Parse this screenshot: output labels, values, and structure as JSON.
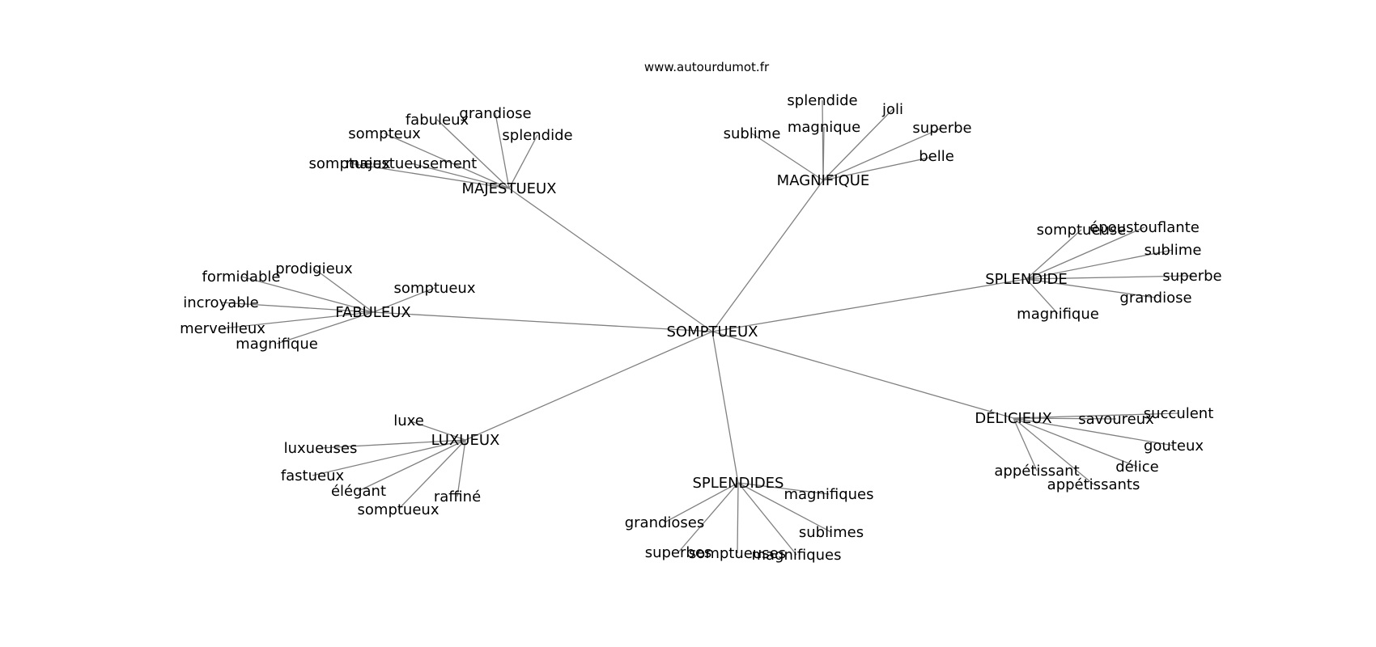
{
  "site": "www.autourdumot.fr",
  "center": {
    "id": "center",
    "label": "SOMPTUEUX"
  },
  "hubs": [
    {
      "id": "majestueux",
      "label": "MAJESTUEUX",
      "leaves": [
        {
          "id": "m1",
          "label": "fabuleux"
        },
        {
          "id": "m2",
          "label": "grandiose"
        },
        {
          "id": "m3",
          "label": "sompteux"
        },
        {
          "id": "m4",
          "label": "splendide"
        },
        {
          "id": "m5",
          "label": "somptueux"
        },
        {
          "id": "m6",
          "label": "majestueusement"
        }
      ]
    },
    {
      "id": "magnifique",
      "label": "MAGNIFIQUE",
      "leaves": [
        {
          "id": "g1",
          "label": "splendide"
        },
        {
          "id": "g2",
          "label": "joli"
        },
        {
          "id": "g3",
          "label": "sublime"
        },
        {
          "id": "g4",
          "label": "magnique"
        },
        {
          "id": "g5",
          "label": "superbe"
        },
        {
          "id": "g6",
          "label": "belle"
        }
      ]
    },
    {
      "id": "splendide",
      "label": "SPLENDIDE",
      "leaves": [
        {
          "id": "s1",
          "label": "époustouflante"
        },
        {
          "id": "s2",
          "label": "somptueuse"
        },
        {
          "id": "s3",
          "label": "sublime"
        },
        {
          "id": "s4",
          "label": "superbe"
        },
        {
          "id": "s5",
          "label": "grandiose"
        },
        {
          "id": "s6",
          "label": "magnifique"
        }
      ]
    },
    {
      "id": "fabuleux",
      "label": "FABULEUX",
      "leaves": [
        {
          "id": "f1",
          "label": "prodigieux"
        },
        {
          "id": "f2",
          "label": "formidable"
        },
        {
          "id": "f3",
          "label": "somptueux"
        },
        {
          "id": "f4",
          "label": "incroyable"
        },
        {
          "id": "f5",
          "label": "merveilleux"
        },
        {
          "id": "f6",
          "label": "magnifique"
        }
      ]
    },
    {
      "id": "delicieux",
      "label": "DÉLICIEUX",
      "leaves": [
        {
          "id": "d1",
          "label": "succulent"
        },
        {
          "id": "d2",
          "label": "savoureux"
        },
        {
          "id": "d3",
          "label": "gouteux"
        },
        {
          "id": "d4",
          "label": "délice"
        },
        {
          "id": "d5",
          "label": "appétissant"
        },
        {
          "id": "d6",
          "label": "appétissants"
        }
      ]
    },
    {
      "id": "luxueux",
      "label": "LUXUEUX",
      "leaves": [
        {
          "id": "l1",
          "label": "luxe"
        },
        {
          "id": "l2",
          "label": "luxueuses"
        },
        {
          "id": "l3",
          "label": "fastueux"
        },
        {
          "id": "l4",
          "label": "élégant"
        },
        {
          "id": "l5",
          "label": "raffiné"
        },
        {
          "id": "l6",
          "label": "somptueux"
        }
      ]
    },
    {
      "id": "splendides",
      "label": "SPLENDIDES",
      "leaves": [
        {
          "id": "p1",
          "label": "magnifiques"
        },
        {
          "id": "p2",
          "label": "grandioses"
        },
        {
          "id": "p3",
          "label": "sublimes"
        },
        {
          "id": "p4",
          "label": "superbes"
        },
        {
          "id": "p5",
          "label": "somptueuses"
        },
        {
          "id": "p6",
          "label": "magnifiques"
        }
      ]
    }
  ]
}
